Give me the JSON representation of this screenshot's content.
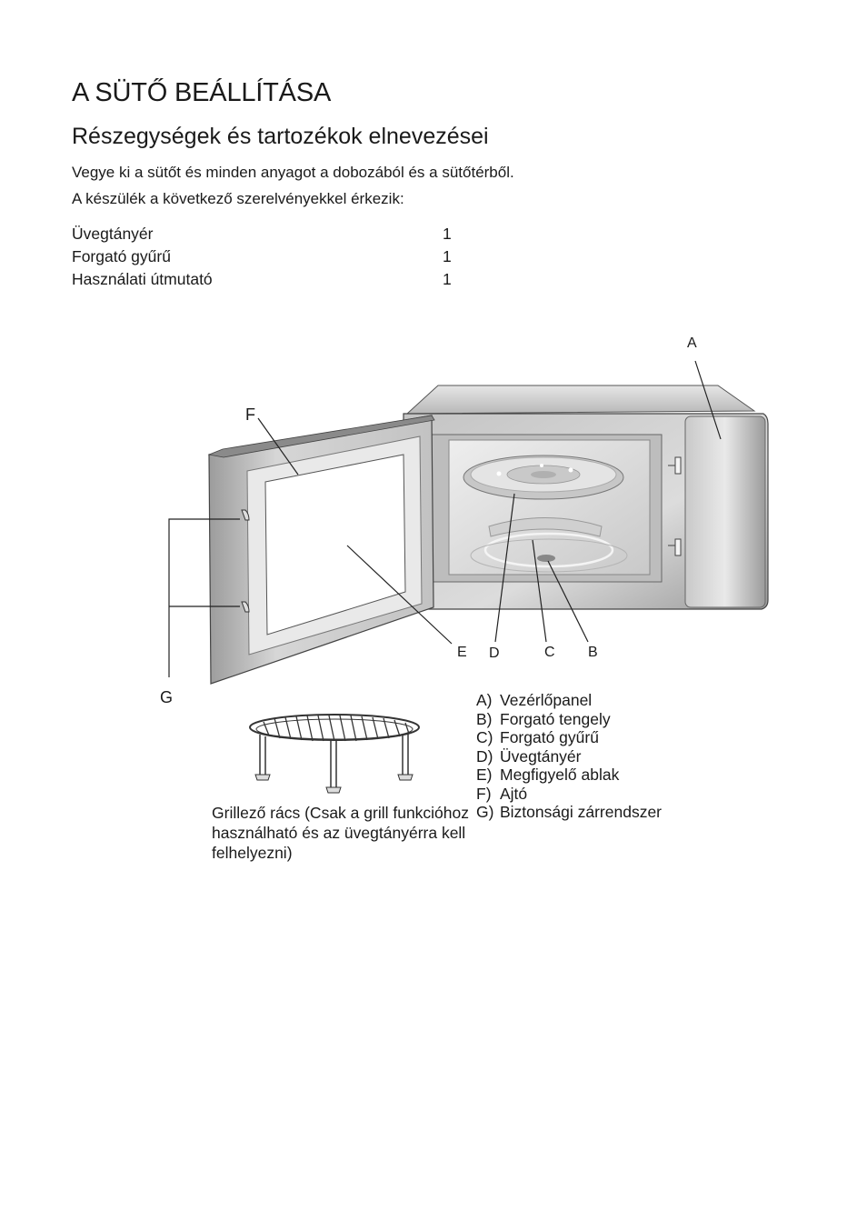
{
  "page": {
    "title": "A SÜTŐ BEÁLLÍTÁSA",
    "subtitle": "Részegységek és tartozékok elnevezései",
    "intro_1": "Vegye ki a sütőt és minden anyagot a dobozából és a sütőtérből.",
    "intro_2": "A készülék a következő szerelvényekkel érkezik:"
  },
  "accessories": [
    {
      "name": "Üvegtányér",
      "qty": "1"
    },
    {
      "name": "Forgató gyűrű",
      "qty": "1"
    },
    {
      "name": "Használati útmutató",
      "qty": "1"
    }
  ],
  "diagram": {
    "labels": {
      "A": "A",
      "B": "B",
      "C": "C",
      "D": "D",
      "E": "E",
      "F": "F",
      "G": "G"
    }
  },
  "legend": [
    {
      "key": "A)",
      "text": "Vezérlőpanel"
    },
    {
      "key": "B)",
      "text": "Forgató tengely"
    },
    {
      "key": "C)",
      "text": "Forgató gyűrű"
    },
    {
      "key": "D)",
      "text": "Üvegtányér"
    },
    {
      "key": "E)",
      "text": "Megfigyelő ablak"
    },
    {
      "key": "F)",
      "text": "Ajtó"
    },
    {
      "key": "G)",
      "text": "Biztonsági zárrendszer"
    }
  ],
  "grill_caption": "Grillező rács (Csak a grill funkcióhoz használható és az üvegtányérra kell felhelyezni)"
}
